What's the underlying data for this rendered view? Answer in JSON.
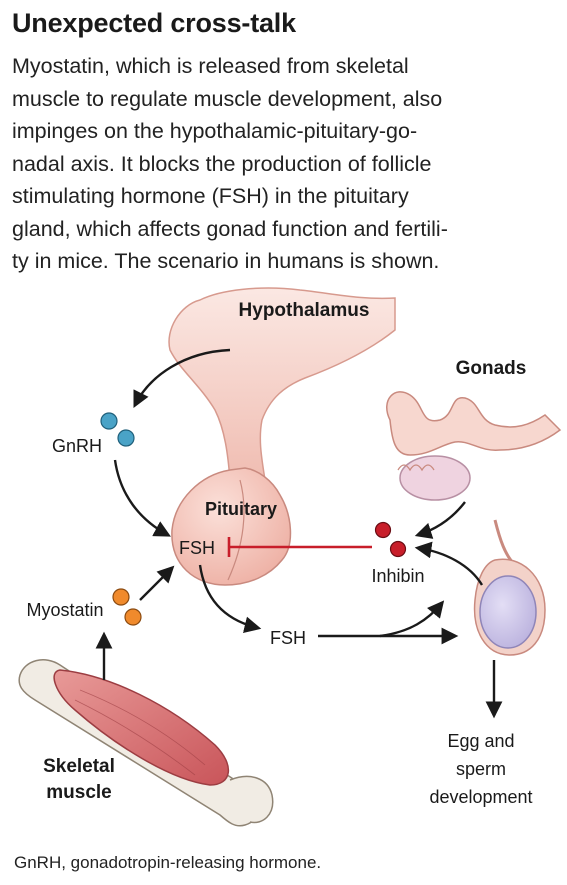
{
  "header": {
    "title": "Unexpected cross-talk",
    "intro_lines": [
      "Myostatin, which is released from skeletal",
      "muscle to regulate muscle development, also",
      "impinges on the hypothalamic-pituitary-go-",
      "nadal axis. It blocks the production of follicle",
      "stimulating hormone (FSH) in the pituitary",
      "gland, which affects gonad function and fertili-",
      "ty in mice. The scenario in humans is shown."
    ]
  },
  "diagram": {
    "labels": {
      "hypothalamus": "Hypothalamus",
      "gonads": "Gonads",
      "gnrh": "GnRH",
      "pituitary": "Pituitary",
      "fsh_in_pituitary": "FSH",
      "inhibin": "Inhibin",
      "myostatin": "Myostatin",
      "fsh_released": "FSH",
      "skeletal_muscle": [
        "Skeletal",
        "muscle"
      ],
      "outcome": [
        "Egg and",
        "sperm",
        "development"
      ]
    },
    "colors": {
      "gnrh_dot": "#4aa3c7",
      "myostatin_dot": "#f08a2c",
      "inhibin_dot": "#c81e2a",
      "inhibition_line": "#c81e2a",
      "brain_tissue": "#f3c9c0",
      "muscle_tissue": "#d9787a",
      "testis": "#c7c0e6",
      "arrow": "#1a1a1a"
    }
  },
  "footnote": "GnRH, gonadotropin-releasing hormone."
}
